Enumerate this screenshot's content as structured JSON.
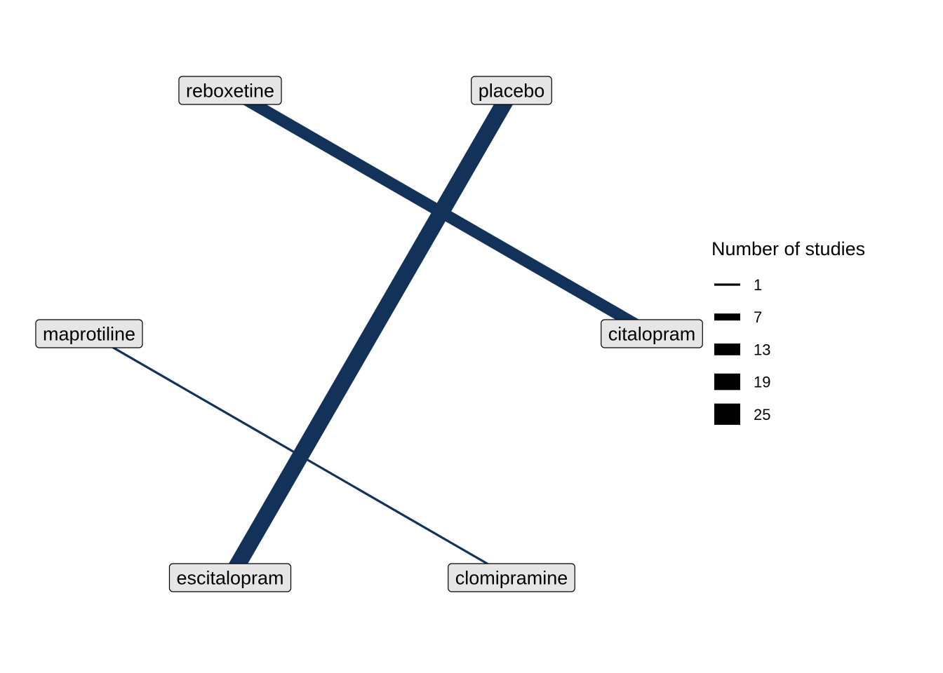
{
  "network": {
    "edge_color": "#12325A",
    "node_fill": "#E6E6E6",
    "nodes": [
      {
        "id": "reboxetine",
        "label": "reboxetine"
      },
      {
        "id": "placebo",
        "label": "placebo"
      },
      {
        "id": "maprotiline",
        "label": "maprotiline"
      },
      {
        "id": "citalopram",
        "label": "citalopram"
      },
      {
        "id": "escitalopram",
        "label": "escitalopram"
      },
      {
        "id": "clomipramine",
        "label": "clomipramine"
      }
    ],
    "edges": [
      {
        "from": "reboxetine",
        "to": "citalopram",
        "studies": 13
      },
      {
        "from": "placebo",
        "to": "escitalopram",
        "studies": 19
      },
      {
        "from": "maprotiline",
        "to": "clomipramine",
        "studies": 1
      }
    ]
  },
  "legend": {
    "title": "Number of studies",
    "items": [
      {
        "label": "1",
        "value": 1
      },
      {
        "label": "7",
        "value": 7
      },
      {
        "label": "13",
        "value": 13
      },
      {
        "label": "19",
        "value": 19
      },
      {
        "label": "25",
        "value": 25
      }
    ]
  }
}
